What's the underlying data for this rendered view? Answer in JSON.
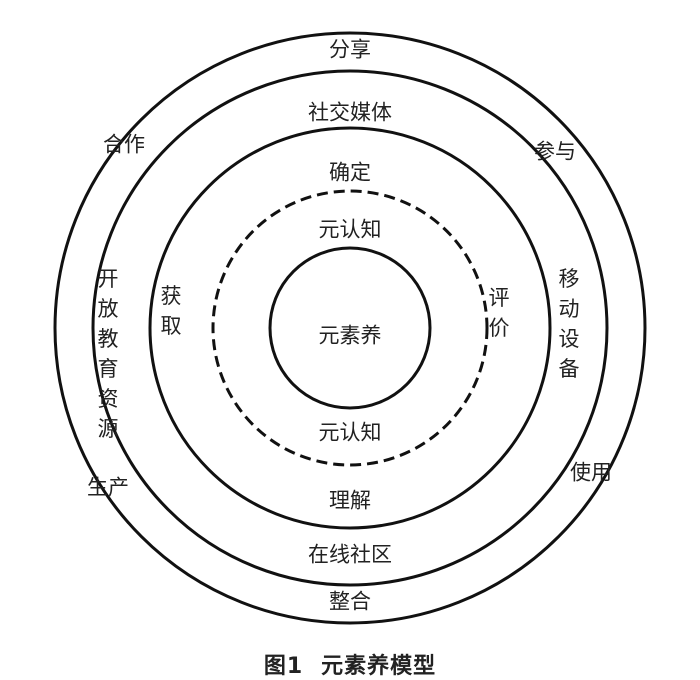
{
  "labels": {
    "share": "分享",
    "social_media": "社交媒体",
    "cooperate": "合作",
    "participate": "参与",
    "determine": "确定",
    "metacognition_top": "元认知",
    "acquire": "获取",
    "evaluate": "评价",
    "open_edu": "开放教育资源",
    "mobile": "移动设备",
    "center": "元素养",
    "metacognition_bottom": "元认知",
    "produce": "生产",
    "use": "使用",
    "understand": "理解",
    "online_community": "在线社区",
    "integrate": "整合"
  },
  "caption": {
    "figure_no": "图1",
    "title": "元素养模型"
  },
  "colors": {
    "line": "#111111",
    "text": "#222222"
  }
}
